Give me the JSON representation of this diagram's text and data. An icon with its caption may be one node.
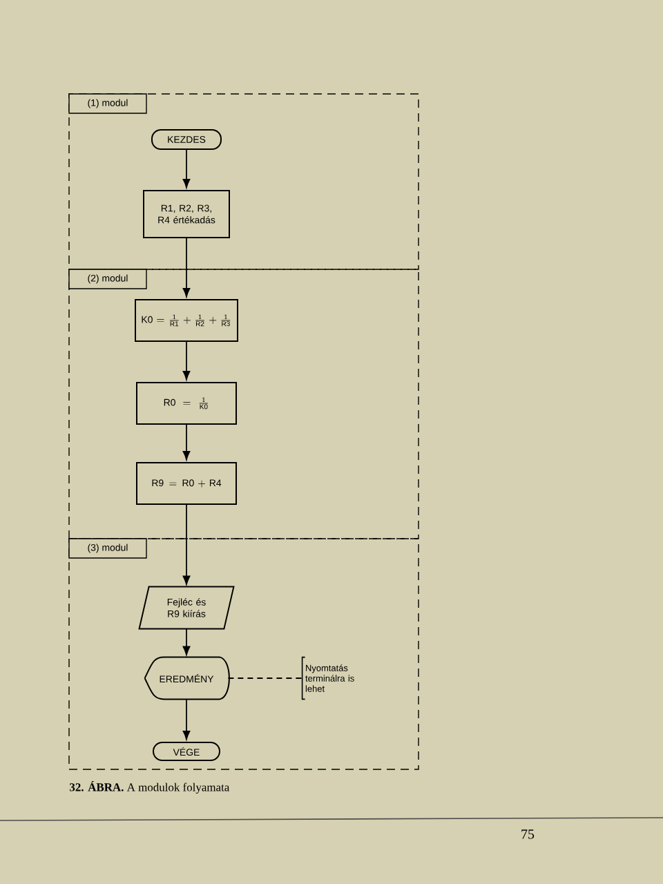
{
  "diagram": {
    "caption": "**32. ÁBRA.** A modulok folyamata",
    "nodes": [
      {
        "text": [
          "(1) modul"
        ]
      },
      {
        "text": [
          "KEZDES"
        ],
        "in": 0
      },
      {
        "text": [
          "R1, R2, R3, R4 értékadás"
        ],
        "in": 0
      },
      {
        "text": [
          "(2) modul"
        ]
      },
      {
        "text": [
          "\\mathrm{K0}=\\frac{1}{\\mathrm{R1}}+\\frac{1}{\\mathrm{R2}}+\\frac{1}{\\mathrm{R3}}"
        ],
        "in": 3
      },
      {
        "text": [
          "\\mathrm{R0}=\\frac{1}{\\mathrm{K0}}"
        ],
        "in": 3
      },
      {
        "text": [
          "\\mathrm{R9}=\\mathrm{R0}+\\mathrm{R4}"
        ],
        "in": 3
      },
      {
        "text": [
          "(3) modul"
        ]
      },
      {
        "text": [
          "Fejléc és R9 kiírás"
        ],
        "in": 7
      },
      {
        "text": [
          "EREDMÉNY"
        ],
        "in": 7
      },
      {
        "text": [
          "Nyomtatás terminálra is lehet"
        ],
        "in": 7
      },
      {
        "text": [
          "VÉGE"
        ],
        "in": 7
      }
    ],
    "edges": [
      {
        "from": 1,
        "to": 2,
        "arrow": "to"
      },
      {
        "from": 2,
        "to": 4,
        "arrow": "to"
      },
      {
        "from": 4,
        "to": 5,
        "arrow": "to"
      },
      {
        "from": 5,
        "to": 6,
        "arrow": "to"
      },
      {
        "from": 6,
        "to": 8,
        "arrow": "to"
      },
      {
        "from": 8,
        "to": 9,
        "arrow": "to"
      },
      {
        "from": 9,
        "to": 11,
        "arrow": "to"
      },
      {
        "from": 9,
        "to": 10,
        "arrow": "none",
        "style": "dashed"
      }
    ],
    "labels": [
      "75"
    ]
  }
}
